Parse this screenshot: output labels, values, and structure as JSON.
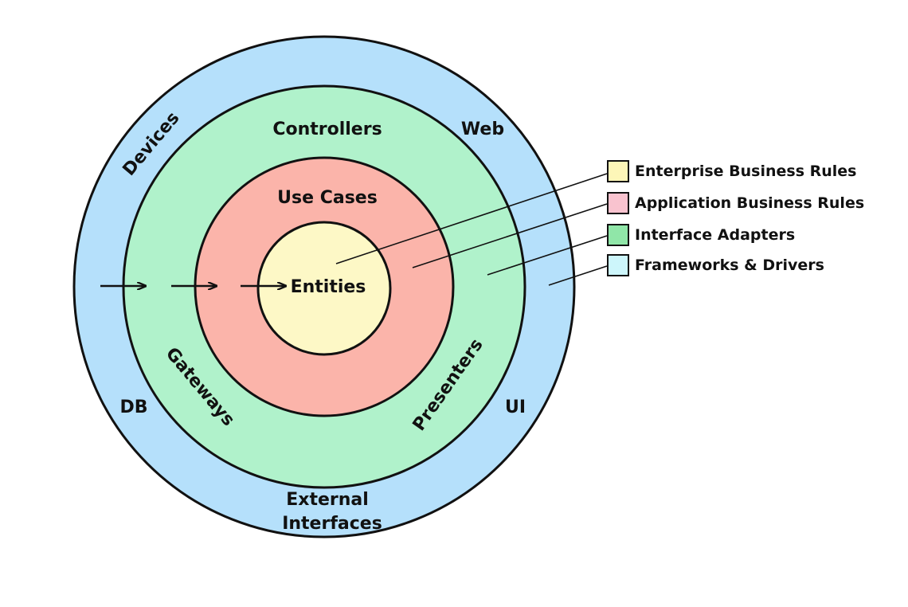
{
  "colors": {
    "frameworks": "#b5e0fb",
    "adapters": "#b0f2cb",
    "usecases": "#fbb4aa",
    "entities": "#fdf8c6",
    "outline": "#111111"
  },
  "rings": {
    "frameworks": {
      "labels": {
        "devices": "Devices",
        "web": "Web",
        "db": "DB",
        "ui": "UI",
        "external_line1": "External",
        "external_line2": "Interfaces"
      }
    },
    "adapters": {
      "labels": {
        "controllers": "Controllers",
        "gateways": "Gateways",
        "presenters": "Presenters"
      }
    },
    "usecases": {
      "labels": {
        "use_cases": "Use Cases"
      }
    },
    "entities": {
      "labels": {
        "entities": "Entities"
      }
    }
  },
  "legend": [
    {
      "label": "Enterprise Business Rules",
      "color": "#fdf6b8"
    },
    {
      "label": "Application Business Rules",
      "color": "#f9c3cf"
    },
    {
      "label": "Interface Adapters",
      "color": "#90e6a8"
    },
    {
      "label": "Frameworks & Drivers",
      "color": "#cdf6fb"
    }
  ]
}
